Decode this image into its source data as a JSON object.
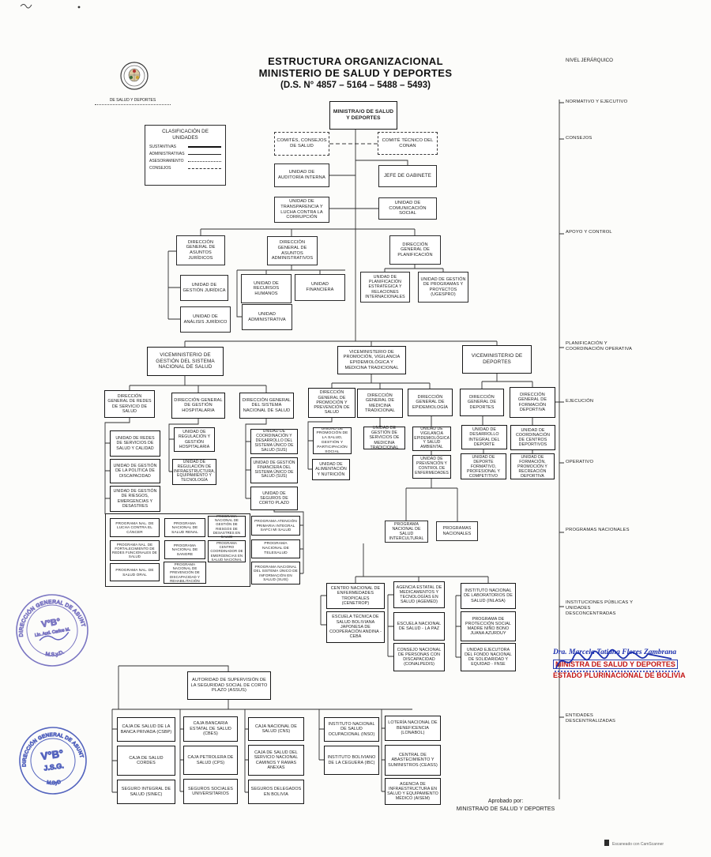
{
  "header": {
    "title1": "ESTRUCTURA ORGANIZACIONAL",
    "title2": "MINISTERIO DE SALUD Y DEPORTES",
    "title3": "(D.S. N° 4857 – 5164 – 5488 – 5493)",
    "logo_caption": "DE SALUD Y DEPORTES",
    "level_header": "NIVEL JERÁRQUICO"
  },
  "legend": {
    "title": "CLASIFICACIÓN DE UNIDADES",
    "items": [
      {
        "label": "SUSTANTIVAS",
        "style": "thick"
      },
      {
        "label": "ADMINISTRATIVAS",
        "style": "thin"
      },
      {
        "label": "ASESORAMIENTO",
        "style": "dot"
      },
      {
        "label": "CONSEJOS",
        "style": "dash"
      }
    ]
  },
  "levels": [
    {
      "label": "NORMATIVO Y EJECUTIVO"
    },
    {
      "label": "CONSEJOS"
    },
    {
      "label": "APOYO Y CONTROL"
    },
    {
      "label": "PLANIFICACIÓN Y COORDINACIÓN OPERATIVA"
    },
    {
      "label": "EJECUCIÓN"
    },
    {
      "label": "OPERATIVO"
    },
    {
      "label": "PROGRAMAS NACIONALES"
    },
    {
      "label": "INSTITUCIONES PÚBLICAS Y UNIDADES DESCONCENTRADAS"
    },
    {
      "label": "ENTIDADES DESCENTRALIZADAS"
    }
  ],
  "nodes": [
    {
      "id": "ministro",
      "label": "MINISTRA/O DE SALUD Y DEPORTES"
    },
    {
      "id": "comites",
      "label": "COMITÉS, CONSEJOS DE SALUD"
    },
    {
      "id": "conan",
      "label": "COMITÉ TÉCNICO DEL CONAN"
    },
    {
      "id": "auditoria",
      "label": "UNIDAD DE AUDITORÍA INTERNA"
    },
    {
      "id": "gabinete",
      "label": "JEFE DE GABINETE"
    },
    {
      "id": "transparencia",
      "label": "UNIDAD DE TRANSPARENCIA Y LUCHA CONTRA LA CORRUPCIÓN"
    },
    {
      "id": "comunicacion",
      "label": "UNIDAD DE COMUNICACIÓN SOCIAL"
    },
    {
      "id": "dg_juridicos",
      "label": "DIRECCIÓN GENERAL DE ASUNTOS JURÍDICOS"
    },
    {
      "id": "dg_admin",
      "label": "DIRECCIÓN GENERAL DE ASUNTOS ADMINISTRATIVOS"
    },
    {
      "id": "dg_plan",
      "label": "DIRECCIÓN GENERAL DE PLANIFICACIÓN"
    },
    {
      "id": "u_gestion_juridica",
      "label": "UNIDAD DE GESTIÓN JURÍDICA"
    },
    {
      "id": "u_analisis",
      "label": "UNIDAD DE ANÁLISIS JURÍDICO"
    },
    {
      "id": "u_rrhh",
      "label": "UNIDAD DE RECURSOS HUMANOS"
    },
    {
      "id": "u_financiera",
      "label": "UNIDAD FINANCIERA"
    },
    {
      "id": "u_administrativa",
      "label": "UNIDAD ADMINISTRATIVA"
    },
    {
      "id": "u_plan_estr",
      "label": "UNIDAD DE PLANIFICACIÓN ESTRATÉGICA Y RELACIONES INTERNACIONALES"
    },
    {
      "id": "u_ugespro",
      "label": "UNIDAD DE GESTIÓN DE PROGRAMAS Y PROYECTOS (UGESPRO)"
    },
    {
      "id": "vm_gestion",
      "label": "VICEMINISTERIO DE GESTIÓN DEL SISTEMA NACIONAL DE SALUD"
    },
    {
      "id": "vm_promocion",
      "label": "VICEMINISTERIO DE PROMOCIÓN, VIGILANCIA EPIDEMIOLÓGICA Y MEDICINA TRADICIONAL"
    },
    {
      "id": "vm_deportes",
      "label": "VICEMINISTERIO DE DEPORTES"
    },
    {
      "id": "dg_redes",
      "label": "DIRECCIÓN GENERAL DE REDES DE SERVICIO DE SALUD"
    },
    {
      "id": "dg_hosp",
      "label": "DIRECCIÓN GENERAL DE GESTIÓN HOSPITALARIA"
    },
    {
      "id": "dg_sns",
      "label": "DIRECCIÓN GENERAL DEL SISTEMA NACIONAL DE SALUD"
    },
    {
      "id": "dg_promocion",
      "label": "DIRECCIÓN GENERAL DE PROMOCIÓN Y PREVENCIÓN DE SALUD"
    },
    {
      "id": "dg_medicina",
      "label": "DIRECCIÓN GENERAL DE MEDICINA TRADICIONAL"
    },
    {
      "id": "dg_epi",
      "label": "DIRECCIÓN GENERAL DE EPIDEMIOLOGÍA"
    },
    {
      "id": "dg_deportes",
      "label": "DIRECCIÓN GENERAL DE DEPORTES"
    },
    {
      "id": "dg_formacion",
      "label": "DIRECCIÓN GENERAL DE FORMACIÓN DEPORTIVA"
    },
    {
      "id": "u_redes_calidad",
      "label": "UNIDAD DE REDES DE SERVICIOS DE SALUD Y CALIDAD"
    },
    {
      "id": "u_discapacidad",
      "label": "UNIDAD DE GESTIÓN DE LA POLÍTICA DE DISCAPACIDAD"
    },
    {
      "id": "u_riesgos",
      "label": "UNIDAD DE GESTIÓN DE RIESGOS, EMERGENCIAS Y DESASTRES"
    },
    {
      "id": "u_reg_hosp",
      "label": "UNIDAD DE REGULACIÓN Y GESTIÓN HOSPITALARIA"
    },
    {
      "id": "u_reg_infra",
      "label": "UNIDAD DE REGULACIÓN DE INFRAESTRUCTURA, EQUIPAMIENTO Y TECNOLOGÍA"
    },
    {
      "id": "u_coord_sus",
      "label": "UNIDAD DE COORDINACIÓN Y DESARROLLO DEL SISTEMA ÚNICO DE SALUD (SUS)"
    },
    {
      "id": "u_fin_sus",
      "label": "UNIDAD DE GESTIÓN FINANCIERA DEL SISTEMA ÚNICO DE SALUD (SUS)"
    },
    {
      "id": "u_seguros_cp",
      "label": "UNIDAD DE SEGUROS DE CORTO PLAZO"
    },
    {
      "id": "u_prom_salud",
      "label": "UNIDAD DE PROMOCIÓN DE LA SALUD, GESTIÓN Y PARTICIPACIÓN SOCIAL"
    },
    {
      "id": "u_alimentacion",
      "label": "UNIDAD DE ALIMENTACIÓN Y NUTRICIÓN"
    },
    {
      "id": "u_med_trad",
      "label": "UNIDAD DE GESTIÓN DE SERVICIOS DE MEDICINA TRADICIONAL"
    },
    {
      "id": "u_vigilancia",
      "label": "UNIDAD DE VIGILANCIA EPIDEMIOLÓGICA Y SALUD AMBIENTAL"
    },
    {
      "id": "u_prevencion",
      "label": "UNIDAD DE PREVENCIÓN Y CONTROL DE ENFERMEDADES"
    },
    {
      "id": "u_des_deporte",
      "label": "UNIDAD DE DESARROLLO INTEGRAL DEL DEPORTE"
    },
    {
      "id": "u_coord_centros",
      "label": "UNIDAD DE COORDINACIÓN DE CENTROS DEPORTIVOS"
    },
    {
      "id": "u_dep_formativo",
      "label": "UNIDAD DE DEPORTE FORMATIVO, PROFESIONAL Y COMPETITIVO"
    },
    {
      "id": "u_form_recre",
      "label": "UNIDAD DE FORMACIÓN, PROMOCIÓN Y RECREACIÓN DEPORTIVA"
    },
    {
      "id": "p_cancer",
      "label": "PROGRAMA NAL. DE LUCHA CONTRA EL CÁNCER"
    },
    {
      "id": "p_renal",
      "label": "PROGRAMA NACIONAL DE SALUD RENAL"
    },
    {
      "id": "p_desastres",
      "label": "PROGRAMA NACIONAL DE GESTIÓN DE RIESGOS DE DESASTRES EN SALUD"
    },
    {
      "id": "p_fort",
      "label": "PROGRAMA NAL. DE FORTALECIMIENTO DE REDES FUNCIONALES DE SALUD"
    },
    {
      "id": "p_sangre",
      "label": "PROGRAMA NACIONAL DE SANGRE"
    },
    {
      "id": "p_centro",
      "label": "PROGRAMA CENTRO COORDINADOR DE EMERGENCIAS EN SALUD NACIONAL"
    },
    {
      "id": "p_oral",
      "label": "PROGRAMA NAL. DE SALUD ORAL"
    },
    {
      "id": "p_rehab",
      "label": "PROGRAMA NACIONAL DE PREVENCIÓN DE DISCAPACIDAD Y REHABILITACIÓN"
    },
    {
      "id": "p_safci",
      "label": "PROGRAMA ATENCIÓN PRIMARIA INTEGRAL SAFCI MI SALUD"
    },
    {
      "id": "p_tele",
      "label": "PROGRAMA NACIONAL DE TELESALUD"
    },
    {
      "id": "p_suis",
      "label": "PROGRAMA NACIONAL DEL SISTEMA ÚNICO DE INFORMACIÓN EN SALUD (SUIS)"
    },
    {
      "id": "p_intercultural",
      "label": "PROGRAMA NACIONAL DE SALUD INTERCULTURAL"
    },
    {
      "id": "p_nacionales",
      "label": "PROGRAMAS NACIONALES"
    },
    {
      "id": "i_cenetrop",
      "label": "CENTRO NACIONAL DE ENFERMEDADES TROPICALES (CENETROP)"
    },
    {
      "id": "i_escuela_tec",
      "label": "ESCUELA TÉCNICA DE SALUD BOLIVIANA JAPONESA DE COOPERACIÓN ANDINA - CEBA"
    },
    {
      "id": "i_agemed",
      "label": "AGENCIA ESTATAL DE MEDICAMENTOS Y TECNOLOGÍAS EN SALUD (AGEMED)"
    },
    {
      "id": "i_escuela_nac",
      "label": "ESCUELA NACIONAL DE SALUD - LA PAZ"
    },
    {
      "id": "i_conalpedis",
      "label": "CONSEJO NACIONAL DE PERSONAS CON DISCAPACIDAD (CONALPEDIS)"
    },
    {
      "id": "i_inlasa",
      "label": "INSTITUTO NACIONAL DE LABORATORIOS DE SALUD (INLASA)"
    },
    {
      "id": "i_proteccion",
      "label": "PROGRAMA DE PROTECCIÓN SOCIAL MADRE NIÑO BONO JUANA AZURDUY"
    },
    {
      "id": "i_fnse",
      "label": "UNIDAD EJECUTORA DEL FONDO NACIONAL DE SOLIDARIDAD Y EQUIDAD - FNSE"
    },
    {
      "id": "assus",
      "label": "AUTORIDAD DE SUPERVISIÓN DE LA SEGURIDAD SOCIAL DE CORTO PLAZO (ASSUS)"
    },
    {
      "id": "c_csbp",
      "label": "CAJA DE SALUD DE LA BANCA PRIVADA (CSBP)"
    },
    {
      "id": "c_cordes",
      "label": "CAJA DE SALUD CORDES"
    },
    {
      "id": "c_sinec",
      "label": "SEGURO INTEGRAL DE SALUD (SINEC)"
    },
    {
      "id": "c_cbes",
      "label": "CAJA BANCARIA ESTATAL DE SALUD (CBES)"
    },
    {
      "id": "c_cps",
      "label": "CAJA PETROLERA DE SALUD (CPS)"
    },
    {
      "id": "c_ssu",
      "label": "SEGUROS SOCIALES UNIVERSITARIOS"
    },
    {
      "id": "c_cns",
      "label": "CAJA NACIONAL DE SALUD (CNS)"
    },
    {
      "id": "c_caminos",
      "label": "CAJA DE SALUD DEL SERVICIO NACIONAL CAMINOS Y RAMAS ANEXAS"
    },
    {
      "id": "c_deleg",
      "label": "SEGUROS DELEGADOS EN BOLIVIA"
    },
    {
      "id": "c_inso",
      "label": "INSTITUTO NACIONAL DE SALUD OCUPACIONAL (INSO)"
    },
    {
      "id": "c_ibc",
      "label": "INSTITUTO BOLIVIANO DE LA CEGUERA (IBC)"
    },
    {
      "id": "c_lonabol",
      "label": "LOTERÍA NACIONAL DE BENEFICENCIA (LONABOL)"
    },
    {
      "id": "c_ceass",
      "label": "CENTRAL DE ABASTECIMIENTO Y SUMINISTROS (CEASS)"
    },
    {
      "id": "c_aisem",
      "label": "AGENCIA DE INFRAESTRUCTURA EN SALUD Y EQUIPAMIENTO MÉDICO (AISEM)"
    }
  ],
  "signature": {
    "name": "Dra. Marcela Tatiana Flores Zambrana",
    "line1": "MINISTRA DE SALUD Y DEPORTES",
    "line2": "ESTADO PLURINACIONAL DE BOLIVIA"
  },
  "stamps": [
    {
      "around": "DIRECCIÓN GENERAL DE ASUNTOS ADMINISTRATIVOS",
      "bottom": "M.S.y.D.",
      "center": "V°B°",
      "name": "Lic. Aud. Carlos M."
    },
    {
      "around": "DIRECCIÓN GENERAL DE ASUNTOS ADMINISTRATIVOS",
      "bottom": "M.SyD",
      "center": "V°B°",
      "name": "J.S.G."
    }
  ],
  "footer": {
    "approved_label": "Aprobado por:",
    "approved_by": "MINISTRA/O DE SALUD Y DEPORTES",
    "scanner": "Escaneado con CamScanner"
  }
}
